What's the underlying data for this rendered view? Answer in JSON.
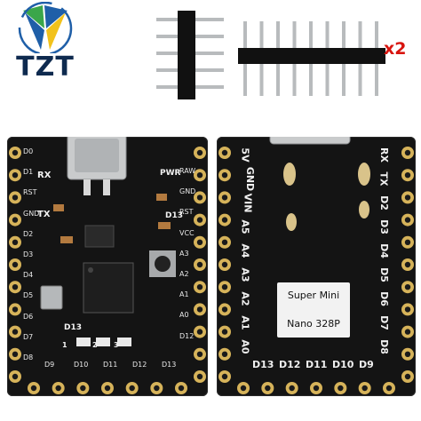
{
  "brand": {
    "logo_text": "TZT"
  },
  "header": {
    "multiplier": "x2"
  },
  "board_front": {
    "silk": {
      "rx": "RX",
      "tx": "TX",
      "pwr": "PWR",
      "d13": "D13"
    },
    "left_pins": [
      "D0",
      "D1",
      "RST",
      "GND",
      "D2",
      "D3",
      "D4",
      "D5",
      "D6",
      "D7",
      "D8"
    ],
    "right_pins": [
      "RAW",
      "GND",
      "RST",
      "VCC",
      "A3",
      "A2",
      "A1",
      "A0",
      "D12"
    ],
    "bottom_pins": [
      "D9",
      "D10",
      "D11",
      "D12",
      "D13"
    ],
    "led_label": "D13",
    "led_numbers": [
      "1",
      "2",
      "3"
    ]
  },
  "board_back": {
    "left_pins": [
      "5V",
      "GND",
      "VIN",
      "A5",
      "A4",
      "A3",
      "A2",
      "A1",
      "A0"
    ],
    "right_pins": [
      "RX",
      "TX",
      "D2",
      "D3",
      "D4",
      "D5",
      "D6",
      "D7",
      "D8"
    ],
    "bottom_pins": [
      "D13",
      "D12",
      "D11",
      "D10",
      "D9"
    ],
    "label_line1": "Super Mini",
    "label_line2": "Nano 328P"
  },
  "colors": {
    "board": "#141414",
    "gold": "#d6b35a",
    "logo_blue": "#1f5fa8",
    "logo_green": "#3aa64a",
    "logo_yellow": "#f2c21b",
    "accent_red": "#d8140e"
  }
}
